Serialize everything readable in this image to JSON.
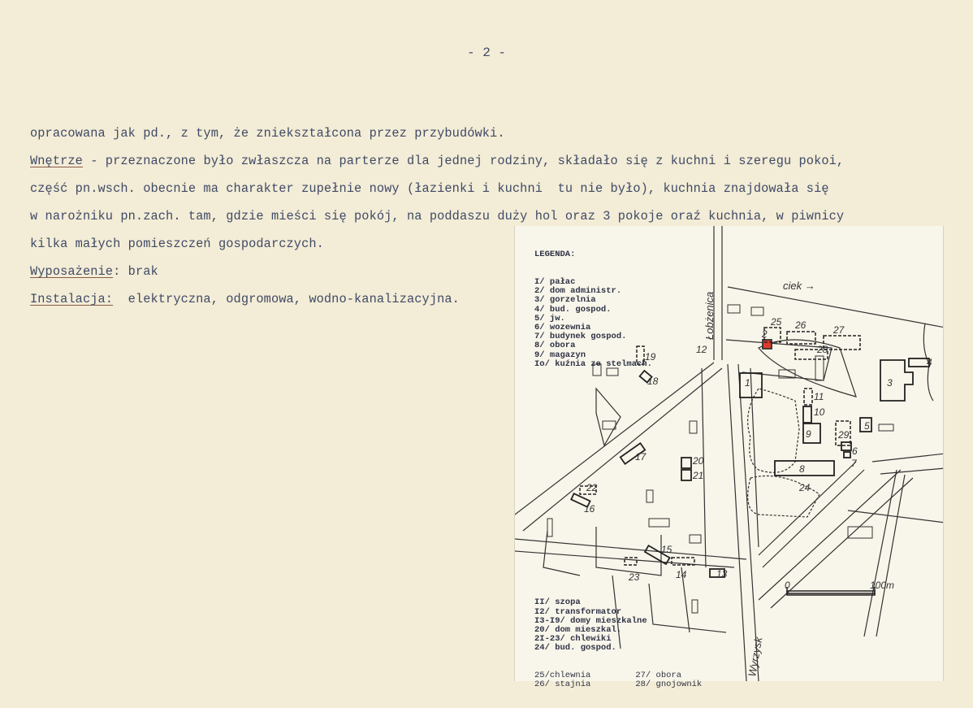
{
  "page_number": "- 2 -",
  "body": {
    "line1": "opracowana jak pd., z tym, że zniekształcona przez przybudówki.",
    "line2_heading": "Wnętrze",
    "line2_rest": " - przeznaczone było zwłaszcza na parterze dla jednej rodziny, składało się z kuchni i szeregu pokoi,",
    "line3": "część pn.wsch. obecnie ma charakter zupełnie nowy (łazienki i kuchni  tu nie było), kuchnia znajdowała się",
    "line4": "w narożniku pn.zach. tam, gdzie mieści się pokój, na poddaszu duży hol oraz 3 pokoje oraź kuchnia, w piwnicy",
    "line5": "kilka małych pomieszczeń gospodarczych.",
    "wyposazenie_heading": "Wyposażenie",
    "wyposazenie_rest": ": brak",
    "instalacja_heading": "Instalacja:",
    "instalacja_rest": "  elektryczna, odgromowa, wodno-kanalizacyjna."
  },
  "map": {
    "legend_title": "LEGENDA:",
    "legend_top": [
      "I/ pałac",
      "2/ dom administr.",
      "3/ gorzelnia",
      "4/ bud. gospod.",
      "5/ jw.",
      "6/ wozewnia",
      "7/ budynek gospod.",
      "8/ obora",
      "9/ magazyn",
      "Io/ kuźnia ze stelmach."
    ],
    "legend_bottom": [
      "II/ szopa",
      "I2/ transformator",
      "I3-I9/ domy mieszkalne",
      "20/ dom mieszkal.",
      "2I-23/ chlewiki",
      "24/ bud. gospod."
    ],
    "legend_cols": [
      [
        "25/chlewnia",
        "26/ stajnia"
      ],
      [
        "27/ obora",
        "28/ gnojownik"
      ]
    ],
    "road_north": "Łobżenica",
    "road_south": "Wyrzysk",
    "stream": "ciek →",
    "scale_start": "0",
    "scale_end": "100m",
    "building_labels": [
      "1",
      "2",
      "3",
      "4",
      "5",
      "6",
      "7",
      "8",
      "9",
      "10",
      "11",
      "12",
      "13",
      "14",
      "15",
      "16",
      "17",
      "18",
      "19",
      "20",
      "21",
      "22",
      "23",
      "24",
      "25",
      "26",
      "27",
      "28",
      "29"
    ],
    "highlight_color": "#e0392b"
  }
}
